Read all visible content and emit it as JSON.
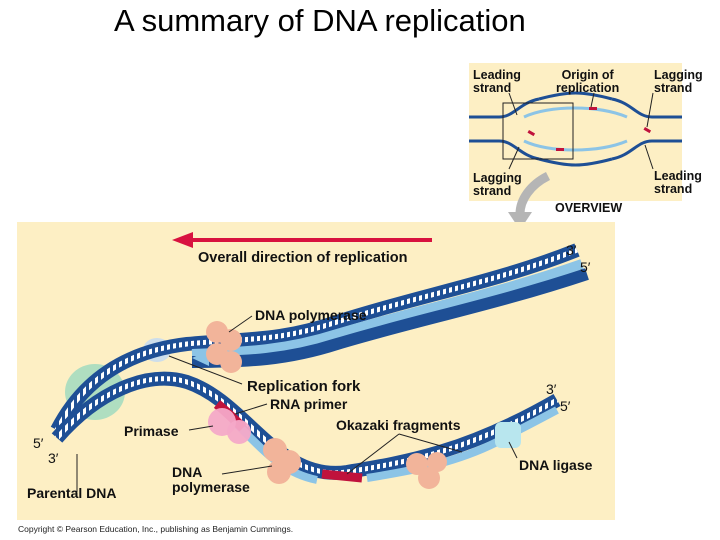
{
  "title": "A summary of DNA replication",
  "overview": {
    "leading_strand_top": "Leading\nstrand",
    "origin_of_replication": "Origin of\nreplication",
    "lagging_strand_top": "Lagging\nstrand",
    "lagging_strand_bottom": "Lagging\nstrand",
    "leading_strand_bottom": "Leading\nstrand",
    "caption": "OVERVIEW"
  },
  "main": {
    "overall_direction": "Overall direction of replication",
    "dna_polymerase_top": "DNA polymerase",
    "replication_fork": "Replication fork",
    "rna_primer": "RNA primer",
    "primase": "Primase",
    "okazaki_fragments": "Okazaki fragments",
    "dna_ligase": "DNA ligase",
    "dna_polymerase_bottom": "DNA\npolymerase",
    "parental_dna": "Parental DNA",
    "end_3_top": "3′",
    "end_5_top": "5′",
    "end_3_mid": "3′",
    "end_5_mid": "5′",
    "end_5_left": "5′",
    "end_3_left": "3′"
  },
  "copyright": "Copyright © Pearson Education, Inc., publishing as Benjamin Cummings.",
  "colors": {
    "panel_bg": "#fdefc4",
    "parental_strand": "#1e4f95",
    "new_strand": "#8cc4e6",
    "arrow": "#d8123f",
    "primer": "#c0123c",
    "polymerase": "#f2b49a",
    "primase": "#f4a9c8",
    "helicase": "#a6dcc0",
    "ligase": "#b8e6ee"
  }
}
